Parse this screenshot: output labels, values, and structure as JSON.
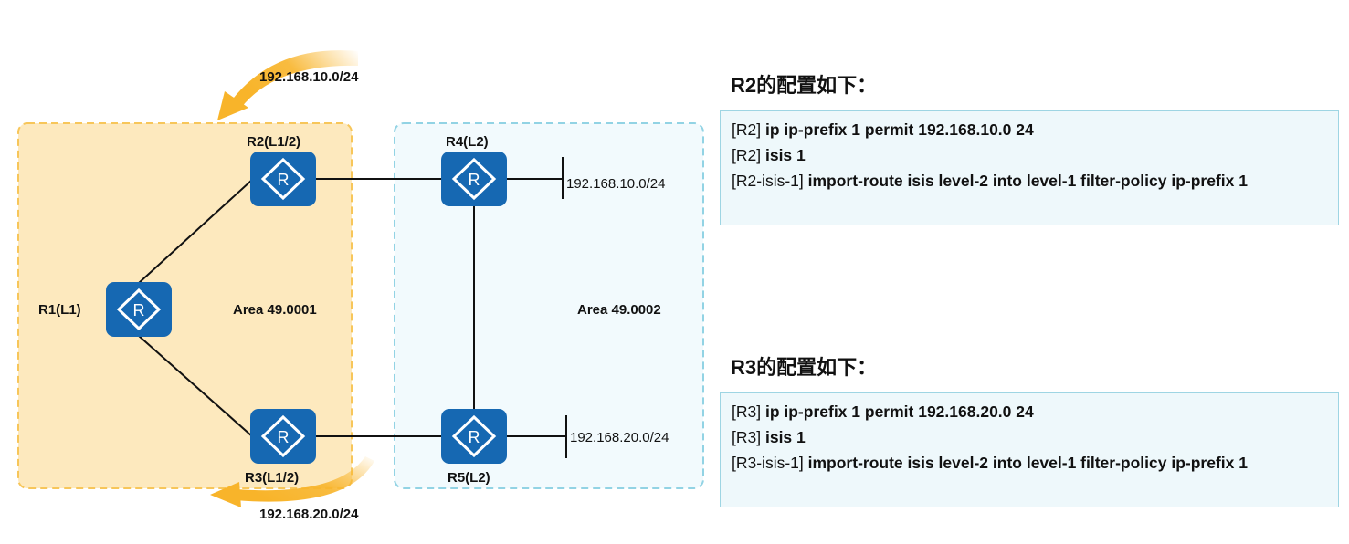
{
  "areas": [
    {
      "id": "area1",
      "label": "Area 49.0001",
      "fill": "#fde9be",
      "stroke": "#f7c65a"
    },
    {
      "id": "area2",
      "label": "Area 49.0002",
      "fill": "#f2fafd",
      "stroke": "#92d3e4"
    }
  ],
  "routers": [
    {
      "id": "r1",
      "label": "R1(L1)",
      "icon": "router-icon"
    },
    {
      "id": "r2",
      "label": "R2(L1/2)",
      "icon": "router-icon"
    },
    {
      "id": "r3",
      "label": "R3(L1/2)",
      "icon": "router-icon"
    },
    {
      "id": "r4",
      "label": "R4(L2)",
      "icon": "router-icon"
    },
    {
      "id": "r5",
      "label": "R5(L2)",
      "icon": "router-icon"
    }
  ],
  "networks": [
    {
      "id": "net-r4",
      "label": "192.168.10.0/24"
    },
    {
      "id": "net-r5",
      "label": "192.168.20.0/24"
    }
  ],
  "leaked_routes": [
    {
      "id": "leak-r2",
      "label": "192.168.10.0/24",
      "icon": "arrow-icon"
    },
    {
      "id": "leak-r3",
      "label": "192.168.20.0/24",
      "icon": "arrow-icon"
    }
  ],
  "colors": {
    "router_blue": "#1668b2",
    "arrow_orange": "#f8b42a",
    "config_bg": "#eef8fb",
    "config_border": "#9ed5e3"
  },
  "config_panels": [
    {
      "title": "R2的配置如下：",
      "lines": [
        {
          "prompt": "[R2] ",
          "cmd": "ip ip-prefix 1 permit 192.168.10.0 24"
        },
        {
          "prompt": "[R2] ",
          "cmd": "isis 1"
        },
        {
          "prompt": "[R2-isis-1] ",
          "cmd": "import-route isis level-2 into level-1 filter-policy ip-prefix 1"
        }
      ]
    },
    {
      "title": "R3的配置如下：",
      "lines": [
        {
          "prompt": "[R3] ",
          "cmd": "ip ip-prefix 1 permit 192.168.20.0 24"
        },
        {
          "prompt": "[R3] ",
          "cmd": "isis 1"
        },
        {
          "prompt": "[R3-isis-1] ",
          "cmd": "import-route isis level-2 into level-1 filter-policy ip-prefix 1"
        }
      ]
    }
  ]
}
